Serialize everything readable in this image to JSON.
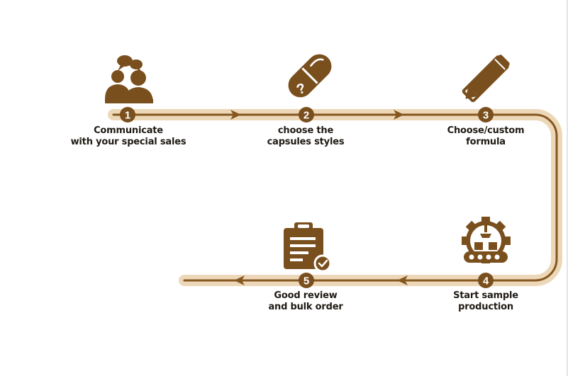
{
  "colors": {
    "brown": "#7a4f1e",
    "brown_dark": "#6b4317",
    "track_light": "#ebd6b5",
    "track_core": "#8a5a24",
    "text": "#1f1a14"
  },
  "steps": [
    {
      "number": "1",
      "line1": "Communicate",
      "line2": "with your special sales",
      "icon": "people-chat-icon"
    },
    {
      "number": "2",
      "line1": "choose the",
      "line2": "capsules styles",
      "icon": "capsule-icon"
    },
    {
      "number": "3",
      "line1": "Choose/custom",
      "line2": "formula",
      "icon": "pencil-ruler-icon"
    },
    {
      "number": "4",
      "line1": "Start sample",
      "line2": "production",
      "icon": "factory-gear-icon"
    },
    {
      "number": "5",
      "line1": "Good review",
      "line2": "and bulk order",
      "icon": "clipboard-check-icon"
    }
  ]
}
